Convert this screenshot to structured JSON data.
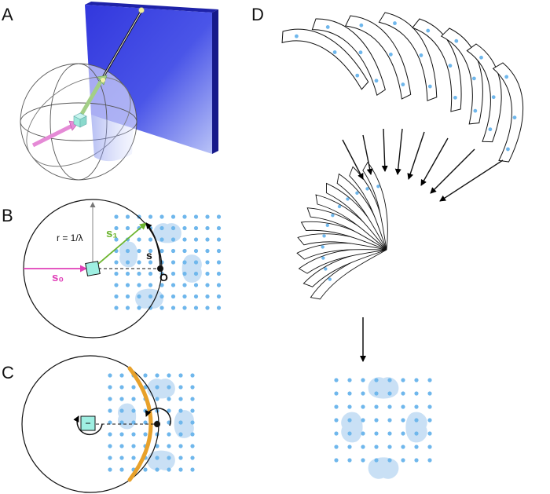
{
  "panels": {
    "a": {
      "label": "A"
    },
    "b": {
      "label": "B",
      "radius_label": "r = 1/λ",
      "s0_label": "s₀",
      "s1_label": "s₁",
      "s_label": "s",
      "origin_label": "O"
    },
    "c": {
      "label": "C"
    },
    "d": {
      "label": "D"
    }
  },
  "colors": {
    "lattice_point": "#6fb7ec",
    "reflection_blob": "#c9e0f5",
    "detector_plane": "#2a2fd8",
    "incident_beam": "#e040b8",
    "scattered_beam": "#6cb52f",
    "crystal": "#9fefe2",
    "ewald_arc_highlight": "#e8a12a"
  }
}
